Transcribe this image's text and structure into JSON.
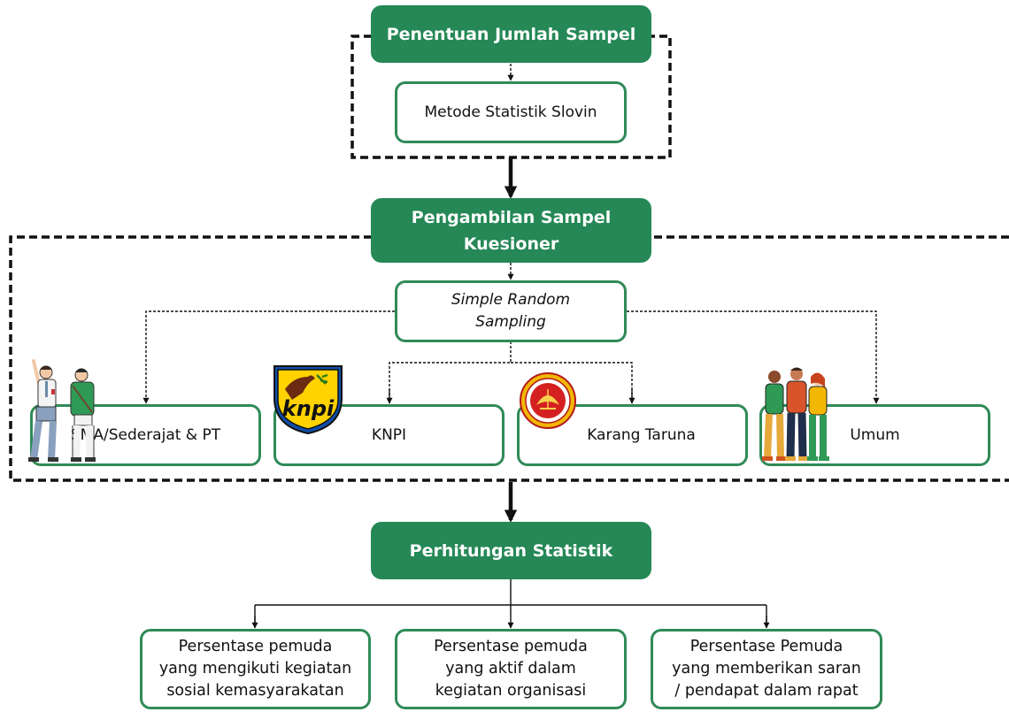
{
  "boxes": {
    "sample_size": "Penentuan Jumlah Sampel",
    "slovin": "Metode Statistik Slovin",
    "sampling": "Pengambilan Sampel Kuesioner",
    "random_line1": "Simple Random",
    "random_line2": "Sampling",
    "group_sma": "SMA/Sederajat & PT",
    "group_knpi": "KNPI",
    "group_karang": "Karang Taruna",
    "group_umum": "Umum",
    "stats": "Perhitungan Statistik",
    "out1": "Persentase pemuda\nyang mengikuti kegiatan\nsosial kemasyarakatan",
    "out2": "Persentase pemuda\nyang aktif dalam\nkegiatan organisasi",
    "out3": "Persentase Pemuda\nyang memberikan saran\n/ pendapat dalam rapat"
  },
  "logos": {
    "knpi_text": "knpi"
  },
  "colors": {
    "green": "#258856",
    "border_green": "#2f8a57",
    "line": "#111111"
  }
}
